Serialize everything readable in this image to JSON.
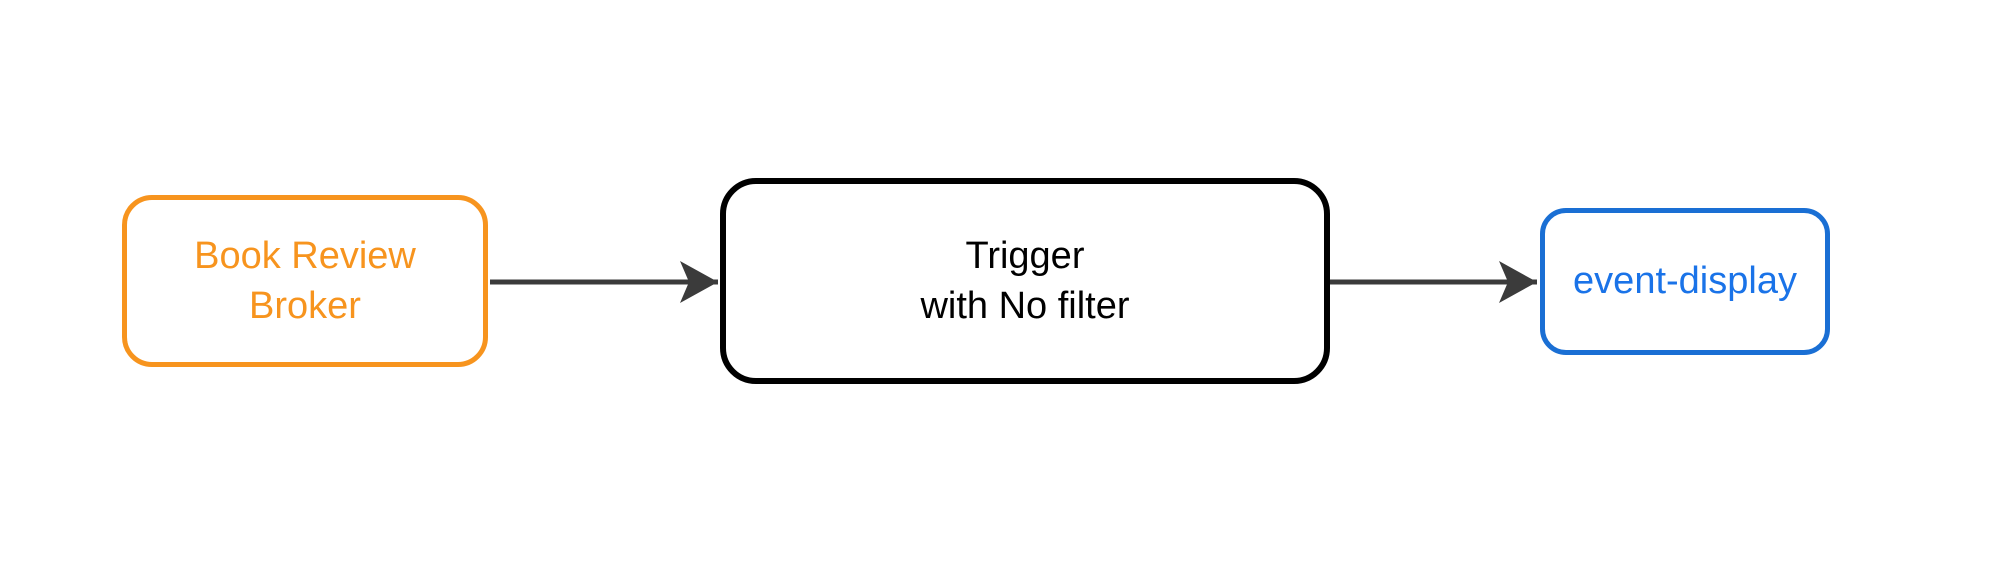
{
  "diagram": {
    "background_color": "#FFFFFF",
    "arrow_color": "#3B3B3B",
    "nodes": [
      {
        "id": "book-review-broker",
        "line1": "Book Review",
        "line2": "Broker",
        "border_color": "#F7941E",
        "text_color": "#F7941E",
        "shape": "rounded-rectangle"
      },
      {
        "id": "trigger",
        "line1": "Trigger",
        "line2": "with No filter",
        "border_color": "#000000",
        "text_color": "#000000",
        "shape": "rounded-rectangle"
      },
      {
        "id": "event-display",
        "line1": "event-display",
        "border_color": "#1A6FD4",
        "text_color": "#1A73E8",
        "shape": "rounded-rectangle"
      }
    ],
    "edges": [
      {
        "from": "book-review-broker",
        "to": "trigger",
        "style": "solid-arrow"
      },
      {
        "from": "trigger",
        "to": "event-display",
        "style": "solid-arrow"
      }
    ]
  }
}
